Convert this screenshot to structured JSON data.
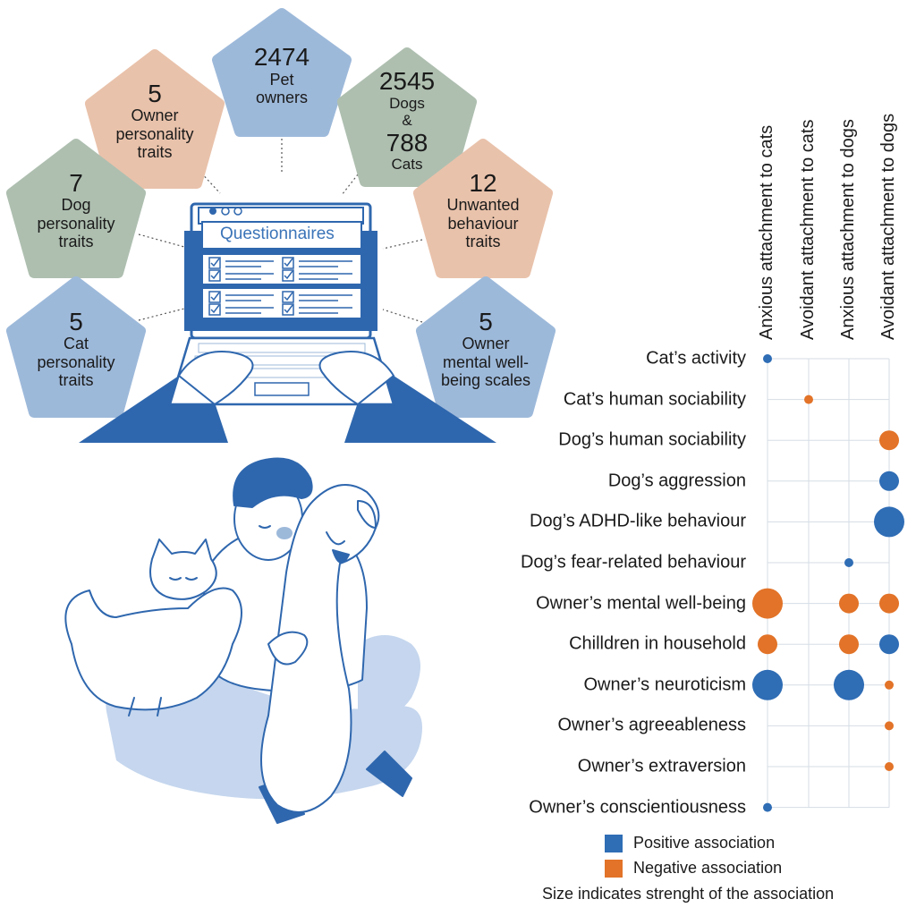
{
  "pentagons": {
    "pet_owners": {
      "number": "2474",
      "label": "Pet\nowners",
      "color": "#9db9da"
    },
    "owner_personality": {
      "number": "5",
      "label": "Owner\npersonality\ntraits",
      "color": "#e9c2ab"
    },
    "dogs_cats": {
      "number1": "2545",
      "label1": "Dogs",
      "amp": "&",
      "number2": "788",
      "label2": "Cats",
      "color": "#aebfb0"
    },
    "dog_personality": {
      "number": "7",
      "label": "Dog\npersonality\ntraits",
      "color": "#aebfb0"
    },
    "unwanted_behaviour": {
      "number": "12",
      "label": "Unwanted\nbehaviour\ntraits",
      "color": "#e9c2ab"
    },
    "cat_personality": {
      "number": "5",
      "label": "Cat\npersonality\ntraits",
      "color": "#9db9da"
    },
    "owner_wellbeing": {
      "number": "5",
      "label": "Owner\nmental well-\nbeing scales",
      "color": "#9db9da"
    }
  },
  "laptop": {
    "screen_title": "Questionnaires"
  },
  "chart_data": {
    "type": "bubble-matrix",
    "columns": [
      "Anxious attachment to cats",
      "Avoidant attachment to cats",
      "Anxious attachment to dogs",
      "Avoidant attachment to dogs"
    ],
    "rows": [
      "Cat’s activity",
      "Cat’s human sociability",
      "Dog’s human sociability",
      "Dog’s aggression",
      "Dog’s ADHD-like behaviour",
      "Dog’s fear-related behaviour",
      "Owner’s mental well-being",
      "Chilldren in household",
      "Owner’s neuroticism",
      "Owner’s agreeableness",
      "Owner’s extraversion",
      "Owner’s conscientiousness"
    ],
    "points": [
      {
        "row": 0,
        "col": 0,
        "sign": "positive",
        "strength": 1
      },
      {
        "row": 1,
        "col": 1,
        "sign": "negative",
        "strength": 1
      },
      {
        "row": 2,
        "col": 3,
        "sign": "negative",
        "strength": 2
      },
      {
        "row": 3,
        "col": 3,
        "sign": "positive",
        "strength": 2
      },
      {
        "row": 4,
        "col": 3,
        "sign": "positive",
        "strength": 4
      },
      {
        "row": 5,
        "col": 2,
        "sign": "positive",
        "strength": 1
      },
      {
        "row": 6,
        "col": 0,
        "sign": "negative",
        "strength": 4
      },
      {
        "row": 6,
        "col": 2,
        "sign": "negative",
        "strength": 2
      },
      {
        "row": 6,
        "col": 3,
        "sign": "negative",
        "strength": 2
      },
      {
        "row": 7,
        "col": 0,
        "sign": "negative",
        "strength": 2
      },
      {
        "row": 7,
        "col": 2,
        "sign": "negative",
        "strength": 2
      },
      {
        "row": 7,
        "col": 3,
        "sign": "positive",
        "strength": 2
      },
      {
        "row": 8,
        "col": 0,
        "sign": "positive",
        "strength": 4
      },
      {
        "row": 8,
        "col": 2,
        "sign": "positive",
        "strength": 4
      },
      {
        "row": 8,
        "col": 3,
        "sign": "negative",
        "strength": 1
      },
      {
        "row": 9,
        "col": 3,
        "sign": "negative",
        "strength": 1
      },
      {
        "row": 10,
        "col": 3,
        "sign": "negative",
        "strength": 1
      },
      {
        "row": 11,
        "col": 0,
        "sign": "positive",
        "strength": 1
      }
    ],
    "colors": {
      "positive": "#2f6db5",
      "negative": "#e27328"
    },
    "legend": {
      "positive": "Positive association",
      "negative": "Negative association",
      "note": "Size indicates strenght of the association"
    }
  }
}
